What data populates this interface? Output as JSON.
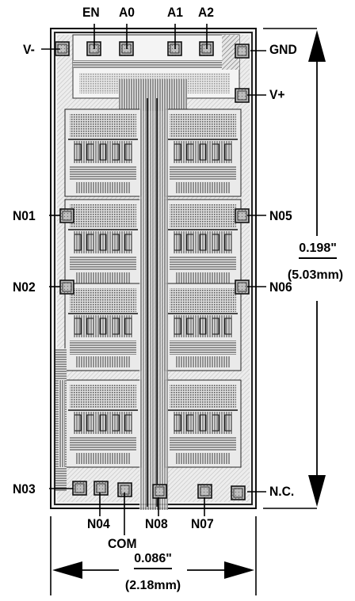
{
  "pads": {
    "en": "EN",
    "a0": "A0",
    "a1": "A1",
    "a2": "A2",
    "v_minus": "V-",
    "gnd": "GND",
    "v_plus": "V+",
    "no1": "N01",
    "no5": "N05",
    "no2": "N02",
    "no6": "N06",
    "no3": "N03",
    "nc": "N.C.",
    "no4": "N04",
    "no8": "N08",
    "no7": "N07",
    "com": "COM"
  },
  "dimensions": {
    "height_in": "0.198\"",
    "height_mm": "(5.03mm)",
    "width_in": "0.086\"",
    "width_mm": "(2.18mm)"
  },
  "colors": {
    "ink": "#000000",
    "die_fill": "#f2f2f2",
    "circuit_dark": "#1a1a1a",
    "circuit_mid": "#7a7a7a",
    "pad_fill": "#bdbdbd"
  }
}
